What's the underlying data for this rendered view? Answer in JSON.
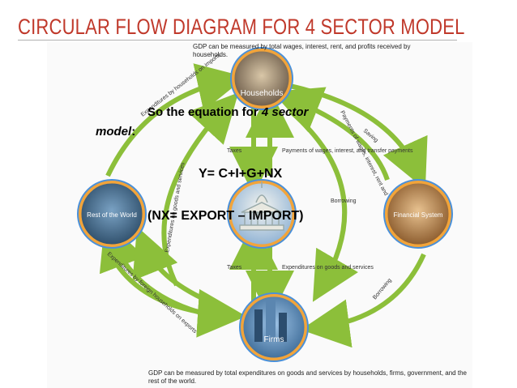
{
  "title": "CIRCULAR FLOW DIAGRAM FOR 4 SECTOR MODEL",
  "diagram": {
    "top_caption": "GDP can be measured by total wages, interest, rent, and profits received by households.",
    "bottom_caption": "GDP can be measured by total expenditures on goods and services by households, firms, government, and the rest of the world.",
    "nodes": {
      "households": "Households",
      "rest_of_world": "Rest of the World",
      "financial_system": "Financial System",
      "firms": "Firms"
    },
    "flows": {
      "imports": "Expenditures by households on imports",
      "saving": "Saving",
      "taxes_top": "Taxes",
      "payments": "Payments of wages, interest, and transfer payments",
      "borrowing_left": "Borrowing",
      "payments_left": "Payments of wages, interest, rent and",
      "expenditures_goods_left": "Expenditures on goods and services",
      "taxes_bottom": "Taxes",
      "expenditures_bottom": "Expenditures on goods and services",
      "borrowing_right": "Borrowing",
      "exports": "Expenditures by foreign households on exports"
    }
  },
  "overlay": {
    "line1_normal": "So the equation for ",
    "line1_italic": "4 sector",
    "line2_italic": "model",
    "line2_tail": ":",
    "equation": "Y= C+I+G+NX",
    "nx": "(NX= EXPORT – IMPORT)"
  },
  "colors": {
    "title": "#c0392b",
    "arrow": "#8cbf3a",
    "ring_outer": "#f2a43a",
    "ring_inner": "#4a90d9"
  }
}
